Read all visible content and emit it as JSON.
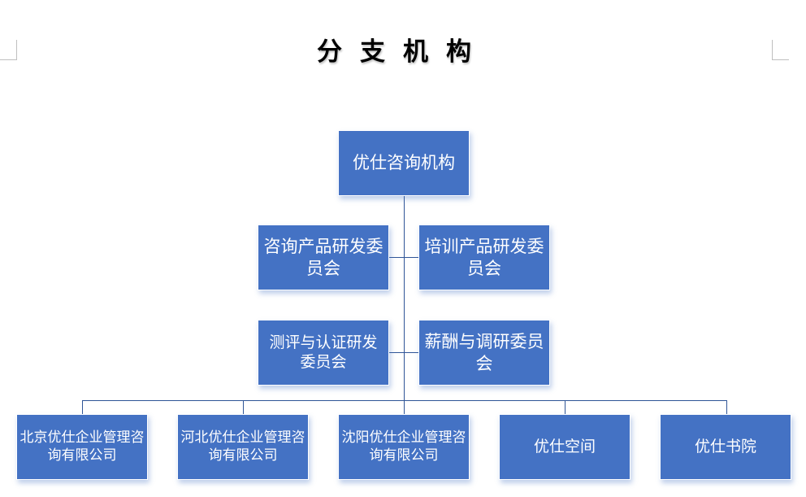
{
  "document": {
    "title": "分支机构"
  },
  "org_chart": {
    "root": "优仕咨询机构",
    "committees": [
      "咨询产品研发委员会",
      "培训产品研发委员会",
      "测评与认证研发委员会",
      "薪酬与调研委员会"
    ],
    "branches": [
      "北京优仕企业管理咨询有限公司",
      "河北优仕企业管理咨询有限公司",
      "沈阳优仕企业管理咨询有限公司",
      "优仕空间",
      "优仕书院"
    ]
  },
  "colors": {
    "box": "#4472C4",
    "line": "#2F5597"
  }
}
